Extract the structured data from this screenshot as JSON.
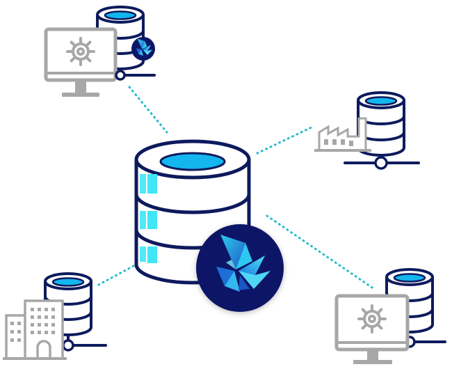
{
  "diagram": {
    "type": "hub-and-spoke",
    "hub": {
      "icons": [
        "database-icon",
        "butterfly-logo-icon"
      ]
    },
    "nodes": [
      {
        "id": "top-left",
        "icons": [
          "database-icon",
          "monitor-gear-icon",
          "butterfly-logo-icon"
        ]
      },
      {
        "id": "right",
        "icons": [
          "database-icon",
          "factory-icon",
          "network-node-icon"
        ]
      },
      {
        "id": "bottom-left",
        "icons": [
          "database-icon",
          "office-building-icon"
        ]
      },
      {
        "id": "bottom-right",
        "icons": [
          "database-icon",
          "monitor-gear-icon"
        ]
      }
    ],
    "connector_style": "dotted"
  },
  "colors": {
    "navy": "#0d1a5c",
    "db_fill": "#13b6ee",
    "highlight": "#3fe6f5",
    "connector": "#1fbccc",
    "gray": "#a7a7a7",
    "badge": "#0b1766"
  }
}
